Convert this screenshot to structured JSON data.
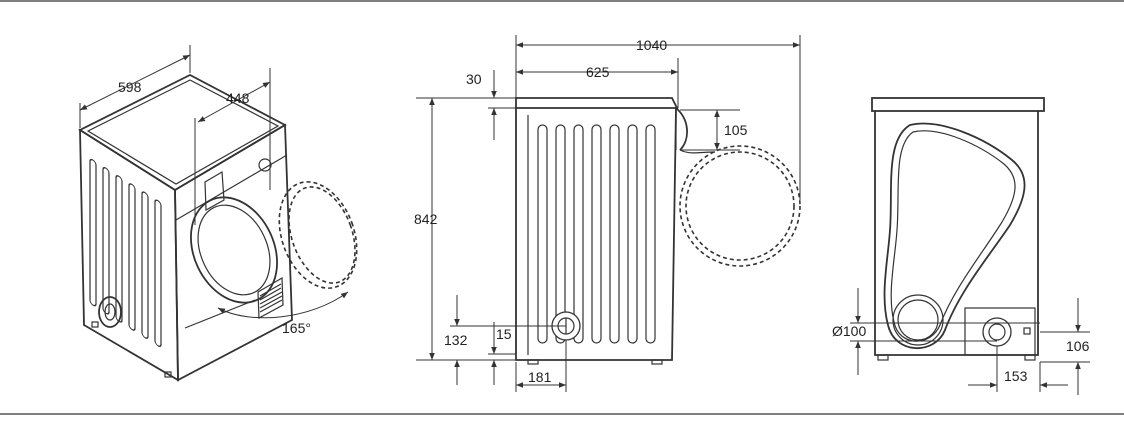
{
  "dimensions": {
    "iso_width": "598",
    "iso_depth": "448",
    "door_angle": "165°",
    "total_depth_open": "1040",
    "body_depth": "625",
    "top_offset": "30",
    "door_height_offset": "105",
    "height": "842",
    "outlet_height": "132",
    "outlet_offset": "15",
    "outlet_side": "181",
    "outlet_diameter": "Ø100",
    "rear_outlet_height": "106",
    "rear_outlet_side": "153"
  },
  "colors": {
    "line": "#333333",
    "background": "#ffffff"
  }
}
